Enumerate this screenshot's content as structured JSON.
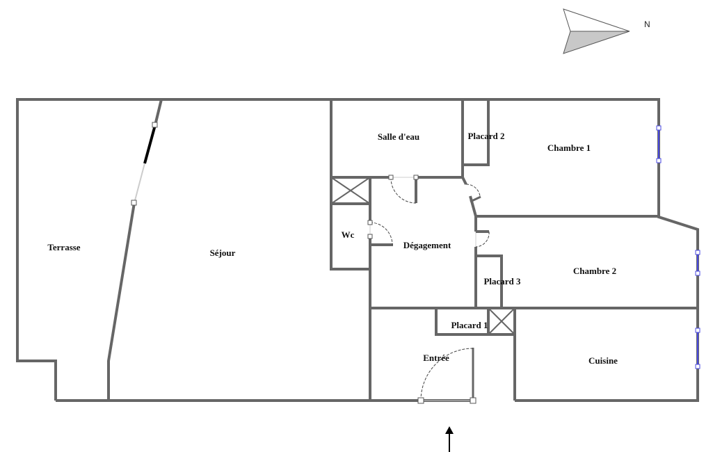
{
  "compass": {
    "label": "N"
  },
  "rooms": {
    "terrasse": "Terrasse",
    "sejour": "Séjour",
    "salle_deau": "Salle d'eau",
    "placard2": "Placard 2",
    "chambre1": "Chambre 1",
    "wc": "Wc",
    "degagement": "Dégagement",
    "chambre2": "Chambre 2",
    "placard3": "Placard 3",
    "placard1": "Placard 1",
    "entree": "Entrée",
    "cuisine": "Cuisine"
  },
  "colors": {
    "wall": "#666666",
    "window": "#4a4ae0",
    "compass_fill": "#c8c8c8"
  }
}
